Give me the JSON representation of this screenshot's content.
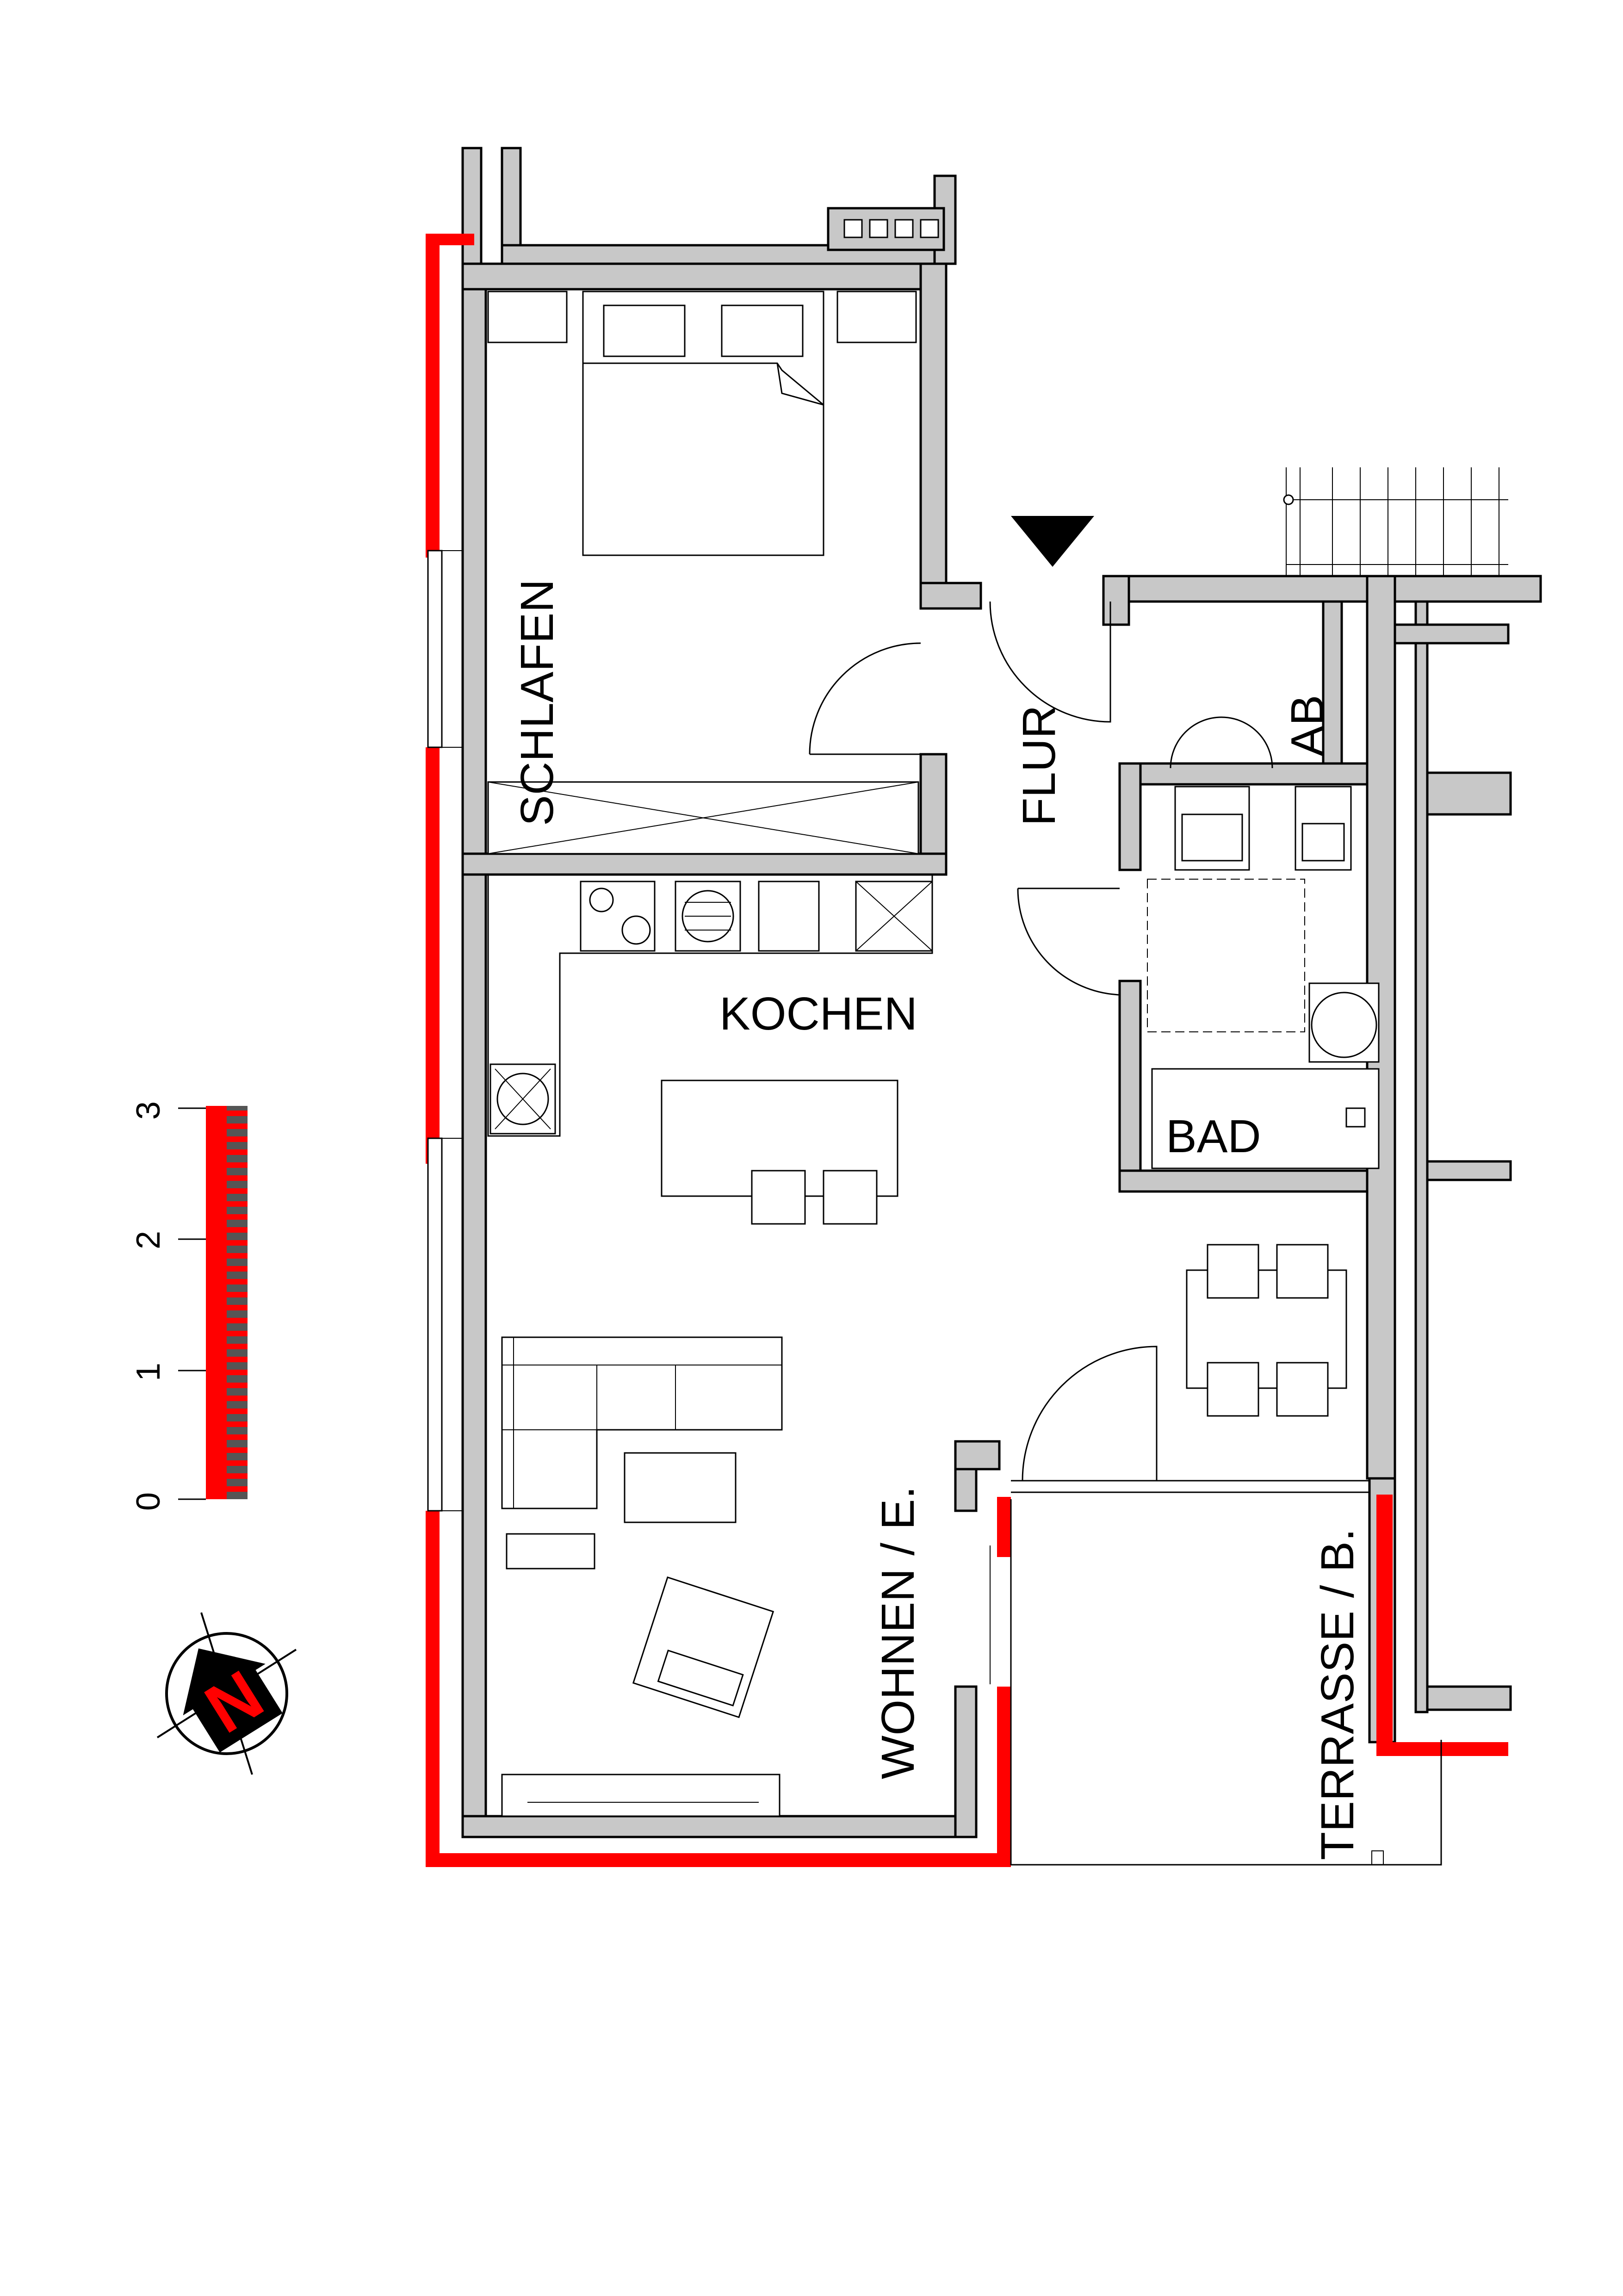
{
  "rooms": {
    "schlafen": "SCHLAFEN",
    "flur": "FLUR",
    "ab": "AB",
    "kochen": "KOCHEN",
    "bad": "BAD",
    "wohnen": "WOHNEN / E.",
    "terrasse": "TERRASSE / B."
  },
  "scale_bar": {
    "ticks": [
      "0",
      "1",
      "2",
      "3"
    ]
  },
  "north_arrow": {
    "letter": "N",
    "icon": "north-arrow-icon"
  },
  "entrance": {
    "icon": "entrance-triangle-icon"
  },
  "colors": {
    "exterior_wall": "#ff0000",
    "wall_fill": "#c8c8c8",
    "line": "#000000"
  }
}
